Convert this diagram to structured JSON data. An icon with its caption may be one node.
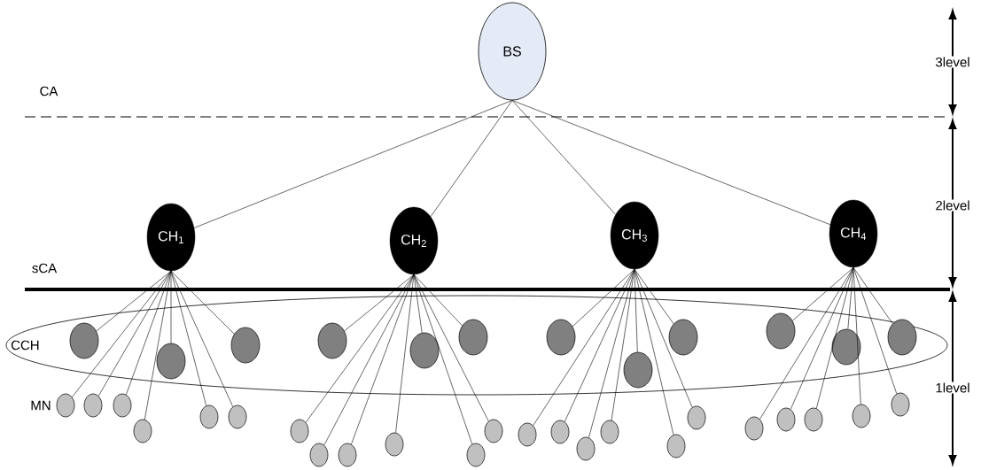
{
  "diagram": {
    "nodes": [
      {
        "text": [
          "BS"
        ]
      },
      {
        "text": [
          "CH$_{1}$"
        ]
      },
      {
        "text": [
          "CH$_{2}$"
        ]
      },
      {
        "text": [
          "CH$_{3}$"
        ]
      },
      {
        "text": [
          "CH$_{4}$"
        ]
      },
      {
        "text": [
          "CCH"
        ]
      },
      {
        "text": [],
        "shape": "circle",
        "in": 5
      },
      {
        "text": [],
        "shape": "circle",
        "in": 5
      },
      {
        "text": [],
        "shape": "circle",
        "in": 5
      },
      {
        "text": [],
        "shape": "circle",
        "in": 5
      },
      {
        "text": [],
        "shape": "circle",
        "in": 5
      },
      {
        "text": [],
        "shape": "circle",
        "in": 5
      },
      {
        "text": [],
        "shape": "circle",
        "in": 5
      },
      {
        "text": [],
        "shape": "circle",
        "in": 5
      },
      {
        "text": [],
        "shape": "circle",
        "in": 5
      },
      {
        "text": [],
        "shape": "circle",
        "in": 5
      },
      {
        "text": [],
        "shape": "circle",
        "in": 5
      },
      {
        "text": [],
        "shape": "circle",
        "in": 5
      },
      {
        "text": [],
        "shape": "circle"
      },
      {
        "text": [],
        "shape": "circle"
      },
      {
        "text": [],
        "shape": "circle"
      },
      {
        "text": [],
        "shape": "circle"
      },
      {
        "text": [],
        "shape": "circle"
      },
      {
        "text": [],
        "shape": "circle"
      },
      {
        "text": [],
        "shape": "circle"
      },
      {
        "text": [],
        "shape": "circle"
      },
      {
        "text": [],
        "shape": "circle"
      },
      {
        "text": [],
        "shape": "circle"
      },
      {
        "text": [],
        "shape": "circle"
      },
      {
        "text": [],
        "shape": "circle"
      },
      {
        "text": [],
        "shape": "circle"
      },
      {
        "text": [],
        "shape": "circle"
      },
      {
        "text": [],
        "shape": "circle"
      },
      {
        "text": [],
        "shape": "circle"
      },
      {
        "text": [],
        "shape": "circle"
      },
      {
        "text": [],
        "shape": "circle"
      },
      {
        "text": [],
        "shape": "circle"
      },
      {
        "text": [],
        "shape": "circle"
      },
      {
        "text": [],
        "shape": "circle"
      },
      {
        "text": [],
        "shape": "circle"
      },
      {
        "text": [],
        "shape": "circle"
      }
    ],
    "edges": [
      {
        "from": 0,
        "to": 1,
        "arrow": "none"
      },
      {
        "from": 0,
        "to": 2,
        "arrow": "none"
      },
      {
        "from": 0,
        "to": 3,
        "arrow": "none"
      },
      {
        "from": 0,
        "to": 4,
        "arrow": "none"
      },
      {
        "from": 1,
        "to": 6,
        "arrow": "none"
      },
      {
        "from": 1,
        "to": 7,
        "arrow": "none"
      },
      {
        "from": 1,
        "to": 8,
        "arrow": "none"
      },
      {
        "from": 1,
        "to": 18,
        "arrow": "none"
      },
      {
        "from": 1,
        "to": 19,
        "arrow": "none"
      },
      {
        "from": 1,
        "to": 20,
        "arrow": "none"
      },
      {
        "from": 1,
        "to": 21,
        "arrow": "none"
      },
      {
        "from": 1,
        "to": 22,
        "arrow": "none"
      },
      {
        "from": 1,
        "to": 23,
        "arrow": "none"
      },
      {
        "from": 2,
        "to": 9,
        "arrow": "none"
      },
      {
        "from": 2,
        "to": 10,
        "arrow": "none"
      },
      {
        "from": 2,
        "to": 11,
        "arrow": "none"
      },
      {
        "from": 2,
        "to": 24,
        "arrow": "none"
      },
      {
        "from": 2,
        "to": 25,
        "arrow": "none"
      },
      {
        "from": 2,
        "to": 26,
        "arrow": "none"
      },
      {
        "from": 2,
        "to": 27,
        "arrow": "none"
      },
      {
        "from": 2,
        "to": 28,
        "arrow": "none"
      },
      {
        "from": 2,
        "to": 29,
        "arrow": "none"
      },
      {
        "from": 3,
        "to": 12,
        "arrow": "none"
      },
      {
        "from": 3,
        "to": 13,
        "arrow": "none"
      },
      {
        "from": 3,
        "to": 14,
        "arrow": "none"
      },
      {
        "from": 3,
        "to": 30,
        "arrow": "none"
      },
      {
        "from": 3,
        "to": 31,
        "arrow": "none"
      },
      {
        "from": 3,
        "to": 32,
        "arrow": "none"
      },
      {
        "from": 3,
        "to": 33,
        "arrow": "none"
      },
      {
        "from": 3,
        "to": 34,
        "arrow": "none"
      },
      {
        "from": 3,
        "to": 35,
        "arrow": "none"
      },
      {
        "from": 4,
        "to": 15,
        "arrow": "none"
      },
      {
        "from": 4,
        "to": 16,
        "arrow": "none"
      },
      {
        "from": 4,
        "to": 17,
        "arrow": "none"
      },
      {
        "from": 4,
        "to": 36,
        "arrow": "none"
      },
      {
        "from": 4,
        "to": 37,
        "arrow": "none"
      },
      {
        "from": 4,
        "to": 38,
        "arrow": "none"
      },
      {
        "from": 4,
        "to": 39,
        "arrow": "none"
      },
      {
        "from": 4,
        "to": 40,
        "arrow": "none"
      }
    ],
    "labels": [
      "CA",
      "sCA",
      "MN",
      "3level",
      "2level",
      "1level"
    ]
  }
}
